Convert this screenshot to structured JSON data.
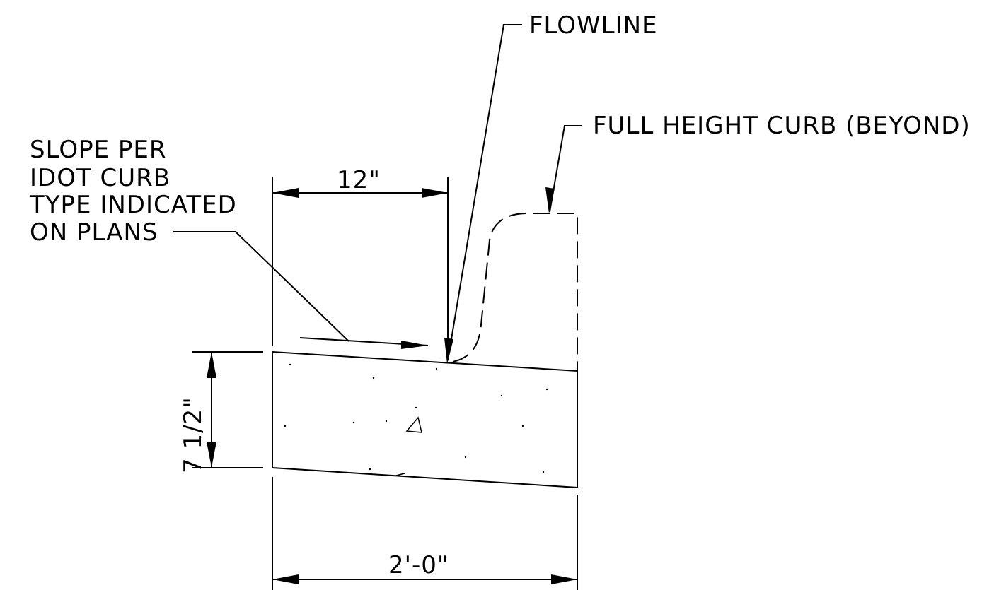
{
  "labels": {
    "flowline": "FLOWLINE",
    "full_height_curb": "FULL HEIGHT CURB (BEYOND)",
    "slope_line1": "SLOPE PER",
    "slope_line2": "IDOT CURB",
    "slope_line3": "TYPE INDICATED",
    "slope_line4": "ON PLANS"
  },
  "dimensions": {
    "gutter_to_flowline": "12\"",
    "thickness": "7 1/2\"",
    "total_width": "2'-0\""
  }
}
